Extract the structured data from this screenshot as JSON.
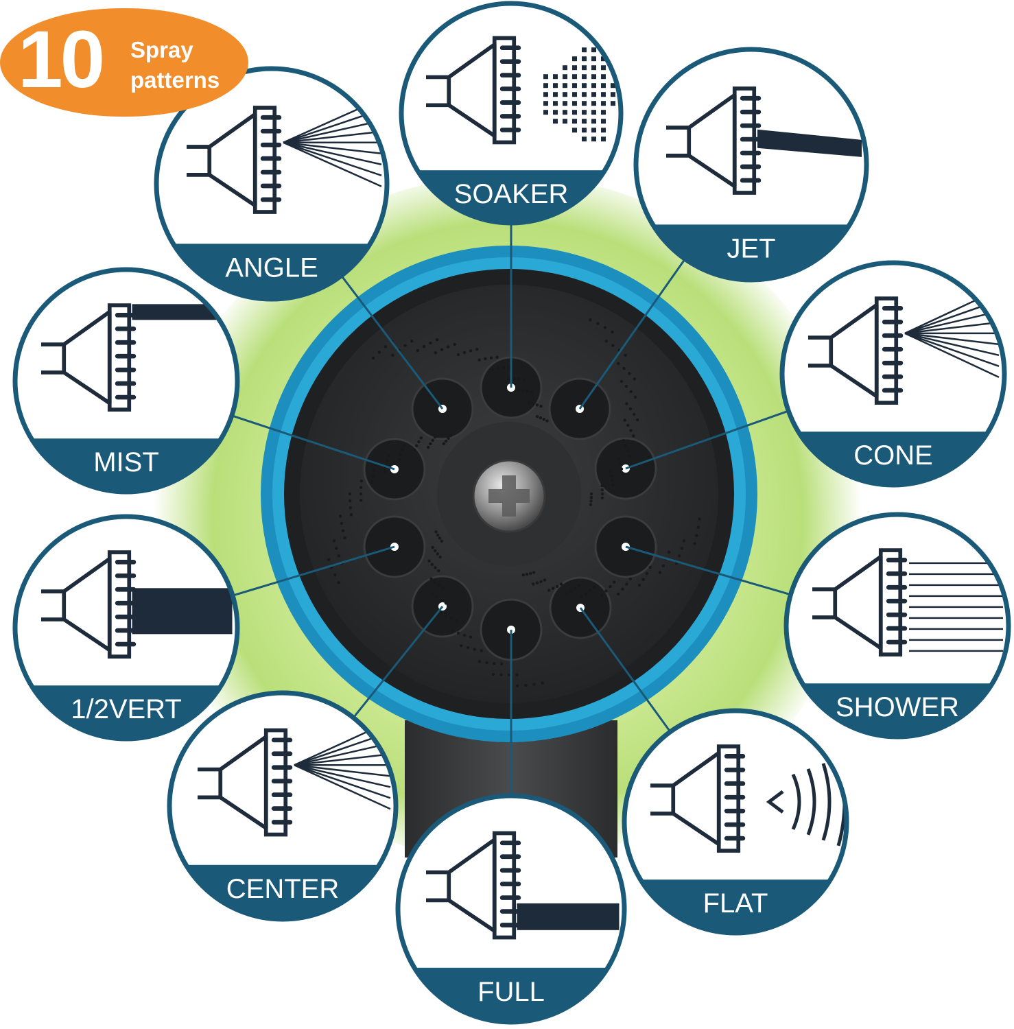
{
  "badge": {
    "count": "10",
    "line1": "Spray",
    "line2": "patterns"
  },
  "patterns": [
    {
      "label": "SOAKER"
    },
    {
      "label": "JET"
    },
    {
      "label": "CONE"
    },
    {
      "label": "SHOWER"
    },
    {
      "label": "FLAT"
    },
    {
      "label": "FULL"
    },
    {
      "label": "CENTER"
    },
    {
      "label": "1/2VERT"
    },
    {
      "label": "MIST"
    },
    {
      "label": "ANGLE"
    }
  ],
  "colors": {
    "ring": "#1a5a78",
    "label_band": "#1a5a78",
    "icon": "#1e2b3a",
    "badge": "#f28d2b",
    "nozzle_ring": "#2aa9d6",
    "nozzle_face": "#2f3132"
  }
}
